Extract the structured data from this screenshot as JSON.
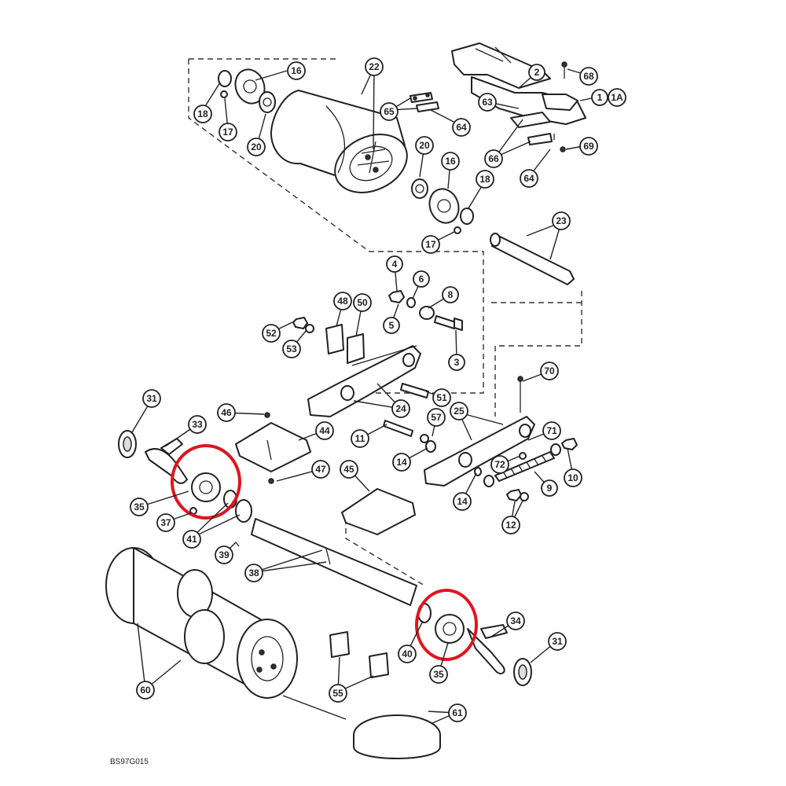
{
  "diagram": {
    "drawing_code": "BS97G015",
    "highlight_color": "#e0141e",
    "callouts": [
      {
        "id": "c16a",
        "label": "16"
      },
      {
        "id": "c22",
        "label": "22"
      },
      {
        "id": "c18a",
        "label": "18"
      },
      {
        "id": "c17a",
        "label": "17"
      },
      {
        "id": "c20a",
        "label": "20"
      },
      {
        "id": "c65",
        "label": "65"
      },
      {
        "id": "c64a",
        "label": "64"
      },
      {
        "id": "c2",
        "label": "2"
      },
      {
        "id": "c68",
        "label": "68"
      },
      {
        "id": "c1",
        "label": "1"
      },
      {
        "id": "c1A",
        "label": "1A"
      },
      {
        "id": "c63",
        "label": "63"
      },
      {
        "id": "c66",
        "label": "66"
      },
      {
        "id": "c69",
        "label": "69"
      },
      {
        "id": "c64b",
        "label": "64"
      },
      {
        "id": "c20b",
        "label": "20"
      },
      {
        "id": "c16b",
        "label": "16"
      },
      {
        "id": "c18b",
        "label": "18"
      },
      {
        "id": "c17b",
        "label": "17"
      },
      {
        "id": "c23",
        "label": "23"
      },
      {
        "id": "c4",
        "label": "4"
      },
      {
        "id": "c6",
        "label": "6"
      },
      {
        "id": "c8",
        "label": "8"
      },
      {
        "id": "c5",
        "label": "5"
      },
      {
        "id": "c3",
        "label": "3"
      },
      {
        "id": "c48",
        "label": "48"
      },
      {
        "id": "c50",
        "label": "50"
      },
      {
        "id": "c52",
        "label": "52"
      },
      {
        "id": "c53",
        "label": "53"
      },
      {
        "id": "c70",
        "label": "70"
      },
      {
        "id": "c51",
        "label": "51"
      },
      {
        "id": "c24",
        "label": "24"
      },
      {
        "id": "c25",
        "label": "25"
      },
      {
        "id": "c31a",
        "label": "31"
      },
      {
        "id": "c33",
        "label": "33"
      },
      {
        "id": "c46",
        "label": "46"
      },
      {
        "id": "c44",
        "label": "44"
      },
      {
        "id": "c57",
        "label": "57"
      },
      {
        "id": "c11",
        "label": "11"
      },
      {
        "id": "c71",
        "label": "71"
      },
      {
        "id": "c72",
        "label": "72"
      },
      {
        "id": "c10",
        "label": "10"
      },
      {
        "id": "c47",
        "label": "47"
      },
      {
        "id": "c14a",
        "label": "14"
      },
      {
        "id": "c9",
        "label": "9"
      },
      {
        "id": "c35a",
        "label": "35"
      },
      {
        "id": "c37",
        "label": "37"
      },
      {
        "id": "c45",
        "label": "45"
      },
      {
        "id": "c14b",
        "label": "14"
      },
      {
        "id": "c12",
        "label": "12"
      },
      {
        "id": "c41",
        "label": "41"
      },
      {
        "id": "c39",
        "label": "39"
      },
      {
        "id": "c38",
        "label": "38"
      },
      {
        "id": "c34",
        "label": "34"
      },
      {
        "id": "c31b",
        "label": "31"
      },
      {
        "id": "c40",
        "label": "40"
      },
      {
        "id": "c35b",
        "label": "35"
      },
      {
        "id": "c55",
        "label": "55"
      },
      {
        "id": "c60",
        "label": "60"
      },
      {
        "id": "c61",
        "label": "61"
      }
    ]
  }
}
